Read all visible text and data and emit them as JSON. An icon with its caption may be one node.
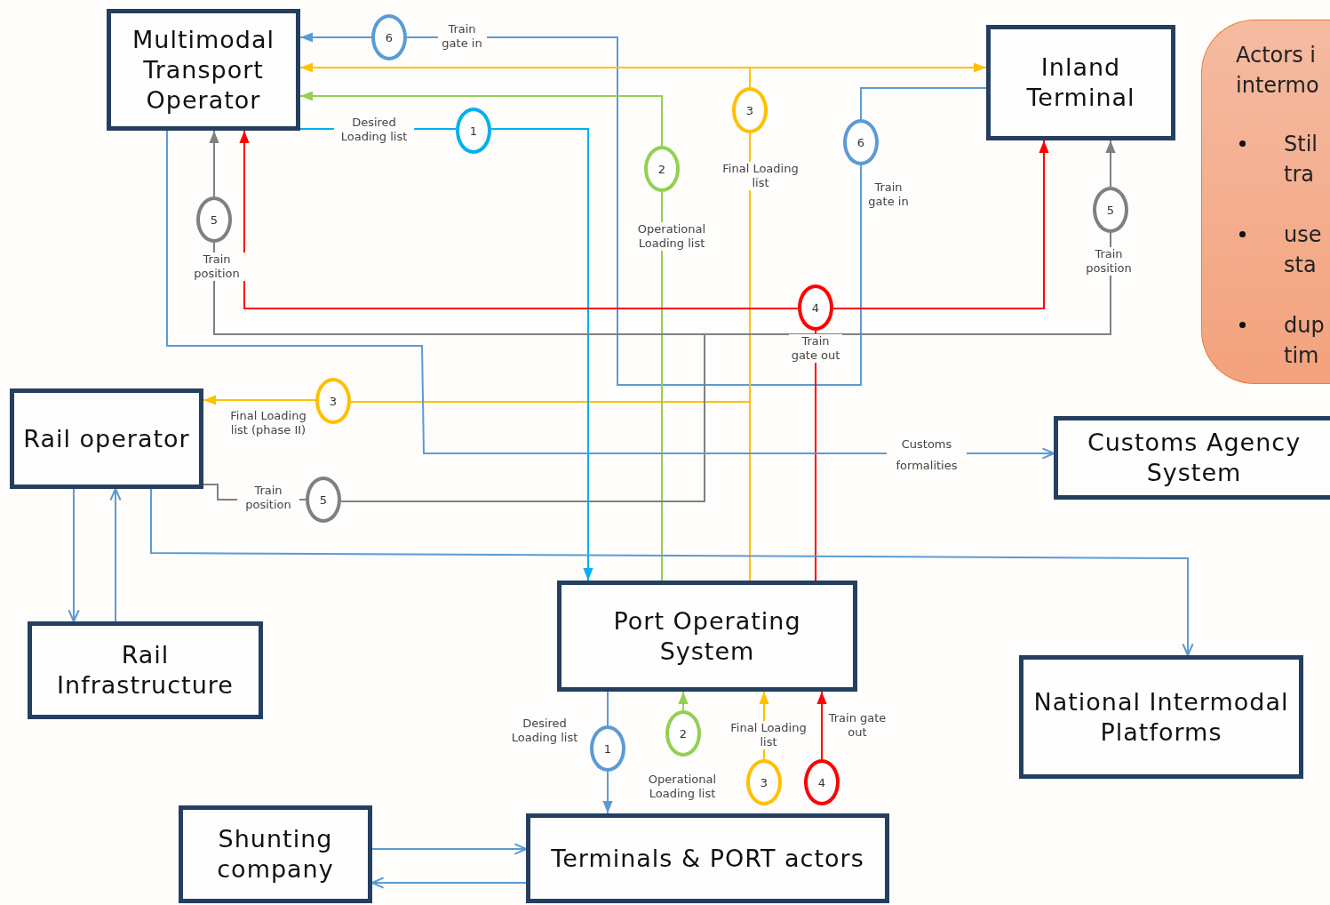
{
  "diagram": {
    "nodes": [
      {
        "text": [
          "Multimodal Transport Operator"
        ]
      },
      {
        "text": [
          "Inland Terminal"
        ]
      },
      {
        "text": [
          "Actors i intermo",
          "Stil tra",
          "use sta",
          "dup tim"
        ]
      },
      {
        "text": [
          "Rail operator"
        ]
      },
      {
        "text": [
          "Customs Agency System"
        ]
      },
      {
        "text": [
          "Rail Infrastructure"
        ]
      },
      {
        "text": [
          "Port Operating System"
        ]
      },
      {
        "text": [
          "National Intermodal Platforms"
        ]
      },
      {
        "text": [
          "Shunting company"
        ]
      },
      {
        "text": [
          "Terminals & PORT actors"
        ]
      },
      {
        "text": [
          "6"
        ],
        "beside": [
          "Train gate in"
        ]
      },
      {
        "text": [
          "3"
        ],
        "beside": [
          "Final Loading list"
        ]
      },
      {
        "text": [
          "1"
        ]
      },
      {
        "text": [
          "6"
        ],
        "beside": [
          "Train gate in"
        ]
      },
      {
        "text": [
          "2"
        ],
        "beside": [
          "Operational Loading list"
        ]
      },
      {
        "text": [
          "5"
        ],
        "beside": [
          "Train position"
        ]
      },
      {
        "text": [
          "5"
        ],
        "beside": [
          "Train position"
        ]
      },
      {
        "text": [
          "4"
        ],
        "beside": [
          "Train gate out"
        ]
      },
      {
        "text": [
          "3"
        ],
        "beside": [
          "Final Loading list (phase II)"
        ]
      },
      {
        "text": [
          "5"
        ],
        "beside": [
          "Train position"
        ]
      },
      {
        "text": [
          "2"
        ],
        "beside": [
          "Operational Loading list"
        ]
      },
      {
        "text": [
          "1"
        ],
        "beside": [
          "Desired Loading list"
        ]
      },
      {
        "text": [
          "3"
        ],
        "beside": [
          "Final Loading list"
        ]
      },
      {
        "text": [
          "4"
        ],
        "beside": [
          "Train gate out"
        ]
      }
    ],
    "edges": [
      {
        "from": 1,
        "to": 13,
        "arrow": "none"
      },
      {
        "from": 13,
        "to": 10,
        "arrow": "none"
      },
      {
        "from": 10,
        "to": 0,
        "arrow": "to"
      },
      {
        "from": 6,
        "to": 11,
        "arrow": "none",
        "color": "#ffc000"
      },
      {
        "from": 11,
        "to": 0,
        "arrow": "to",
        "color": "#ffc000"
      },
      {
        "from": 11,
        "to": 1,
        "arrow": "to",
        "color": "#ffc000"
      },
      {
        "from": 6,
        "to": 18,
        "arrow": "none",
        "color": "#ffc000"
      },
      {
        "from": 18,
        "to": 3,
        "arrow": "to",
        "color": "#ffc000"
      },
      {
        "from": 0,
        "to": 12,
        "arrow": "none",
        "color": "#00b0f0",
        "label": "Desired Loading list"
      },
      {
        "from": 12,
        "to": 6,
        "arrow": "to",
        "color": "#00b0f0"
      },
      {
        "from": 6,
        "to": 14,
        "arrow": "none",
        "color": "#92d050"
      },
      {
        "from": 14,
        "to": 0,
        "arrow": "to",
        "color": "#92d050"
      },
      {
        "from": 6,
        "to": 17,
        "arrow": "none",
        "color": "#ff0000"
      },
      {
        "from": 17,
        "to": 0,
        "arrow": "to",
        "color": "#ff0000"
      },
      {
        "from": 17,
        "to": 1,
        "arrow": "to",
        "color": "#ff0000"
      },
      {
        "from": 3,
        "to": 19,
        "arrow": "none",
        "color": "#808080"
      },
      {
        "from": 19,
        "to": 16,
        "arrow": "none",
        "color": "#808080"
      },
      {
        "from": 16,
        "to": 0,
        "arrow": "to",
        "color": "#808080"
      },
      {
        "from": 19,
        "to": 15,
        "arrow": "none",
        "color": "#808080"
      },
      {
        "from": 15,
        "to": 1,
        "arrow": "to",
        "color": "#808080"
      },
      {
        "from": 0,
        "to": 4,
        "arrow": "to",
        "label": "Customs formalities"
      },
      {
        "from": 3,
        "to": 7,
        "arrow": "to"
      },
      {
        "from": 3,
        "to": 5,
        "arrow": "to"
      },
      {
        "from": 5,
        "to": 3,
        "arrow": "to"
      },
      {
        "from": 8,
        "to": 9,
        "arrow": "to"
      },
      {
        "from": 9,
        "to": 8,
        "arrow": "to"
      },
      {
        "from": 6,
        "to": 21,
        "arrow": "none"
      },
      {
        "from": 21,
        "to": 9,
        "arrow": "to"
      },
      {
        "from": 20,
        "to": 6,
        "arrow": "to",
        "color": "#92d050"
      },
      {
        "from": 22,
        "to": 6,
        "arrow": "to",
        "color": "#ffc000"
      },
      {
        "from": 23,
        "to": 6,
        "arrow": "to",
        "color": "#ff0000"
      }
    ]
  }
}
